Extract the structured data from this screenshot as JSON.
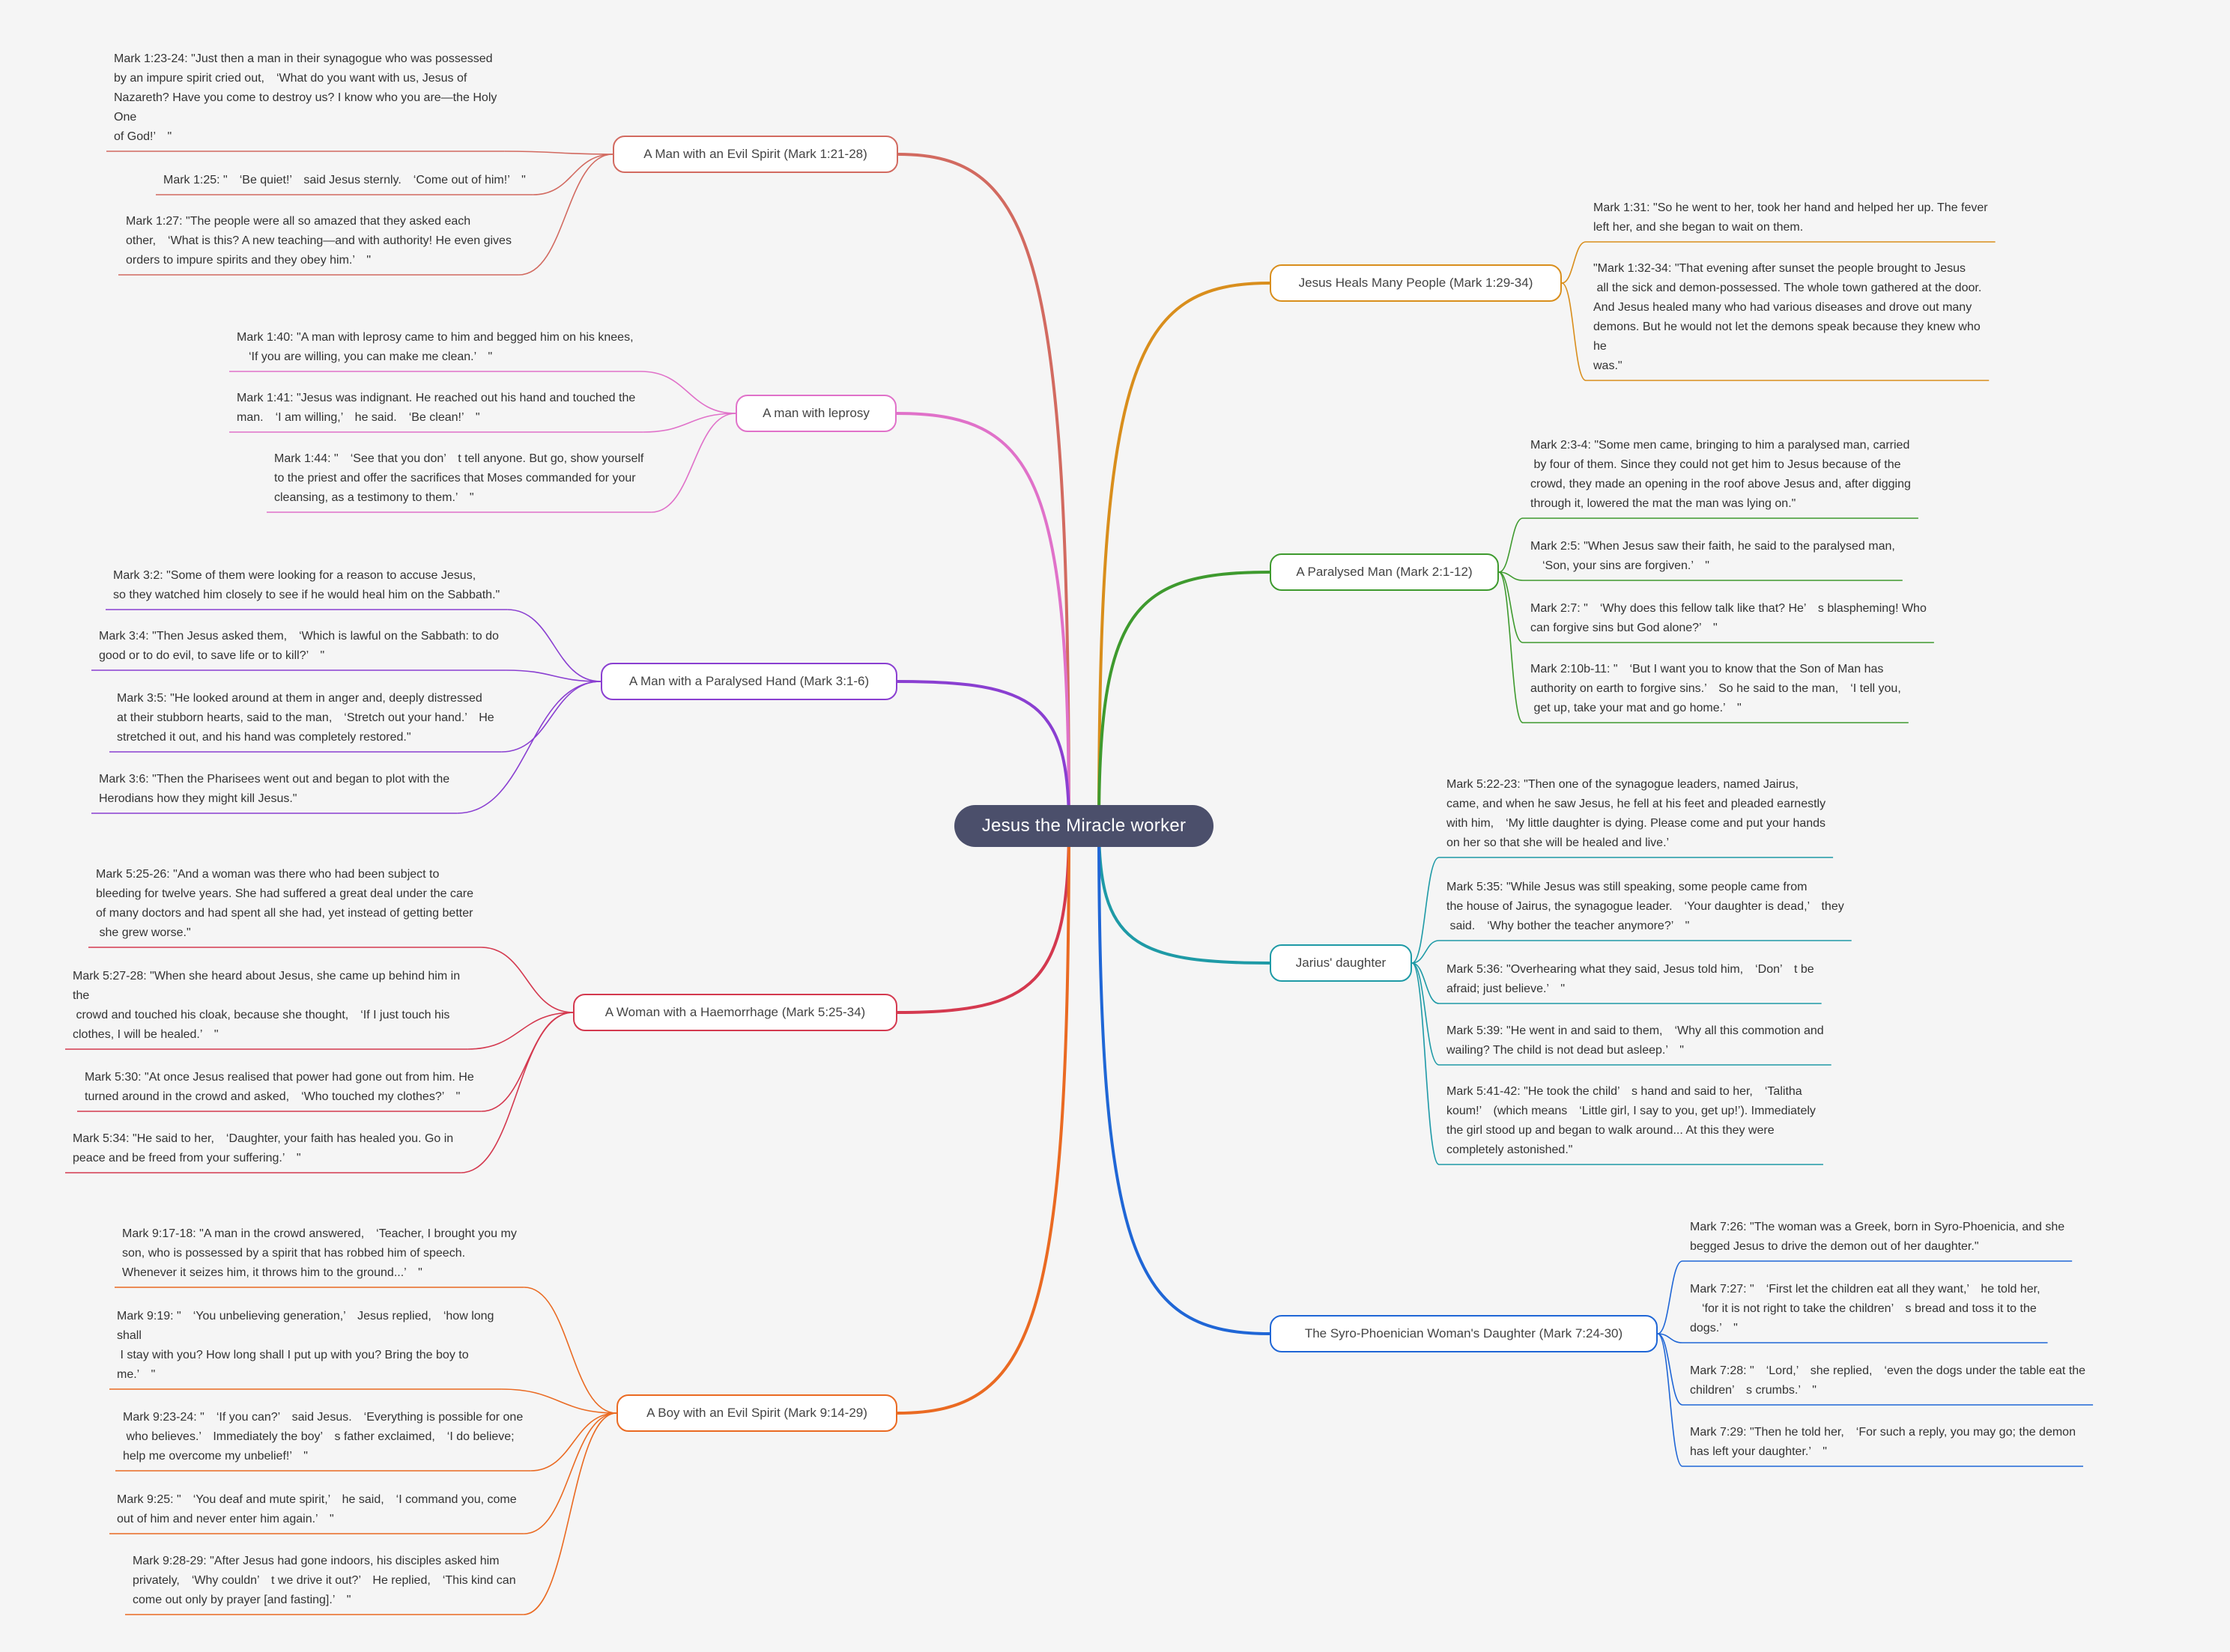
{
  "root": {
    "label": "Jesus the Miracle worker",
    "color": "#4b4f6b"
  },
  "branches": [
    {
      "id": "evil-spirit",
      "label": "A Man with an Evil Spirit (Mark 1:21-28)",
      "color": "#d26a60",
      "notes": [
        "Mark 1:23-24: \"Just then a man in their synagogue who was possessed\nby an impure spirit cried out,　‘What do you want with us, Jesus of\nNazareth? Have you come to destroy us? I know who you are—the Holy\nOne\nof God!’　\"",
        "Mark 1:25: \"　‘Be quiet!’　said Jesus sternly.　‘Come out of him!’　\"",
        "Mark 1:27: \"The people were all so amazed that they asked each\nother,　‘What is this? A new teaching—and with authority! He even gives\norders to impure spirits and they obey him.’　\""
      ]
    },
    {
      "id": "leprosy",
      "label": "A man with leprosy",
      "color": "#e071c9",
      "notes": [
        "Mark 1:40: \"A man with leprosy came to him and begged him on his knees,\n　‘If you are willing, you can make me clean.’　\"",
        "Mark 1:41: \"Jesus was indignant. He reached out his hand and touched the\nman.　‘I am willing,’　he said.　‘Be clean!’　\"",
        "Mark 1:44: \"　‘See that you don’　t tell anyone. But go, show yourself\nto the priest and offer the sacrifices that Moses commanded for your\ncleansing, as a testimony to them.’　\""
      ]
    },
    {
      "id": "paralysed-hand",
      "label": "A Man with a Paralysed Hand (Mark 3:1-6)",
      "color": "#8a3fd1",
      "notes": [
        "Mark 3:2: \"Some of them were looking for a reason to accuse Jesus,\nso they watched him closely to see if he would heal him on the Sabbath.\"",
        "Mark 3:4: \"Then Jesus asked them,　‘Which is lawful on the Sabbath: to do\ngood or to do evil, to save life or to kill?’　\"",
        "Mark 3:5: \"He looked around at them in anger and, deeply distressed\nat their stubborn hearts, said to the man,　‘Stretch out your hand.’　He\nstretched it out, and his hand was completely restored.\"",
        "Mark 3:6: \"Then the Pharisees went out and began to plot with the\nHerodians how they might kill Jesus.\""
      ]
    },
    {
      "id": "haemorrhage",
      "label": "A Woman with a Haemorrhage (Mark 5:25-34)",
      "color": "#d4394f",
      "notes": [
        "Mark 5:25-26: \"And a woman was there who had been subject to\nbleeding for twelve years. She had suffered a great deal under the care\nof many doctors and had spent all she had, yet instead of getting better\n she grew worse.\"",
        "Mark 5:27-28: \"When she heard about Jesus, she came up behind him in\nthe\n crowd and touched his cloak, because she thought,　‘If I just touch his\nclothes, I will be healed.’　\"",
        "Mark 5:30: \"At once Jesus realised that power had gone out from him. He\nturned around in the crowd and asked,　‘Who touched my clothes?’　\"",
        "Mark 5:34: \"He said to her,　‘Daughter, your faith has healed you. Go in\npeace and be freed from your suffering.’　\""
      ]
    },
    {
      "id": "boy-evil-spirit",
      "label": "A Boy with an Evil Spirit (Mark 9:14-29)",
      "color": "#ea6a22",
      "notes": [
        "Mark 9:17-18: \"A man in the crowd answered,　‘Teacher, I brought you my\nson, who is possessed by a spirit that has robbed him of speech.\nWhenever it seizes him, it throws him to the ground...’　\"",
        "Mark 9:19: \"　‘You unbelieving generation,’　Jesus replied,　‘how long\nshall\n I stay with you? How long shall I put up with you? Bring the boy to\nme.’　\"",
        "Mark 9:23-24: \"　‘If you can?’　said Jesus.　‘Everything is possible for one\n who believes.’　Immediately the boy’　s father exclaimed,　‘I do believe;\nhelp me overcome my unbelief!’　\"",
        "Mark 9:25: \"　‘You deaf and mute spirit,’　he said,　‘I command you, come\nout of him and never enter him again.’　\"",
        "Mark 9:28-29: \"After Jesus had gone indoors, his disciples asked him\nprivately,　‘Why couldn’　t we drive it out?’　He replied,　‘This kind can\ncome out only by prayer [and fasting].’　\""
      ]
    },
    {
      "id": "heals-many",
      "label": "Jesus Heals Many People (Mark 1:29-34)",
      "color": "#d98e1c",
      "notes": [
        "Mark 1:31: \"So he went to her, took her hand and helped her up. The fever\nleft her, and she began to wait on them.",
        "\"Mark 1:32-34: \"That evening after sunset the people brought to Jesus\n all the sick and demon-possessed. The whole town gathered at the door.\nAnd Jesus healed many who had various diseases and drove out many\ndemons. But he would not let the demons speak because they knew who\nhe\nwas.\""
      ]
    },
    {
      "id": "paralysed-man",
      "label": "A Paralysed Man (Mark 2:1-12)",
      "color": "#3e9a2e",
      "notes": [
        "Mark 2:3-4: \"Some men came, bringing to him a paralysed man, carried\n by four of them. Since they could not get him to Jesus because of the\ncrowd, they made an opening in the roof above Jesus and, after digging\nthrough it, lowered the mat the man was lying on.\"",
        "Mark 2:5: \"When Jesus saw their faith, he said to the paralysed man,\n　‘Son, your sins are forgiven.’　\"",
        "Mark 2:7: \"　‘Why does this fellow talk like that? He’　s blaspheming! Who\ncan forgive sins but God alone?’　\"",
        "Mark 2:10b-11: \"　‘But I want you to know that the Son of Man has\nauthority on earth to forgive sins.’　So he said to the man,　‘I tell you,\n get up, take your mat and go home.’　\""
      ]
    },
    {
      "id": "jairus",
      "label": "Jarius' daughter",
      "color": "#1e9aa6",
      "notes": [
        "Mark 5:22-23: \"Then one of the synagogue leaders, named Jairus,\ncame, and when he saw Jesus, he fell at his feet and pleaded earnestly\nwith him,　‘My little daughter is dying. Please come and put your hands\non her so that she will be healed and live.’",
        "Mark 5:35: \"While Jesus was still speaking, some people came from\nthe house of Jairus, the synagogue leader.　‘Your daughter is dead,’　they\n said.　‘Why bother the teacher anymore?’　\"",
        "Mark 5:36: \"Overhearing what they said, Jesus told him,　‘Don’　t be\nafraid; just believe.’　\"",
        "Mark 5:39: \"He went in and said to them,　‘Why all this commotion and\nwailing? The child is not dead but asleep.’　\"",
        "Mark 5:41-42: \"He took the child’　s hand and said to her,　‘Talitha\nkoum!’　(which means　‘Little girl, I say to you, get up!’). Immediately\nthe girl stood up and began to walk around... At this they were\ncompletely astonished.\""
      ]
    },
    {
      "id": "syro-phoenician",
      "label": "The Syro-Phoenician Woman's Daughter (Mark 7:24-30)",
      "color": "#1f66d6",
      "notes": [
        "Mark 7:26: \"The woman was a Greek, born in Syro-Phoenicia, and she\nbegged Jesus to drive the demon out of her daughter.\"",
        "Mark 7:27: \"　‘First let the children eat all they want,’　he told her,\n　‘for it is not right to take the children’　s bread and toss it to the\ndogs.’　\"",
        "Mark 7:28: \"　‘Lord,’　she replied,　‘even the dogs under the table eat the\nchildren’　s crumbs.’　\"",
        "Mark 7:29: \"Then he told her,　‘For such a reply, you may go; the demon\nhas left your daughter.’　\""
      ]
    }
  ]
}
